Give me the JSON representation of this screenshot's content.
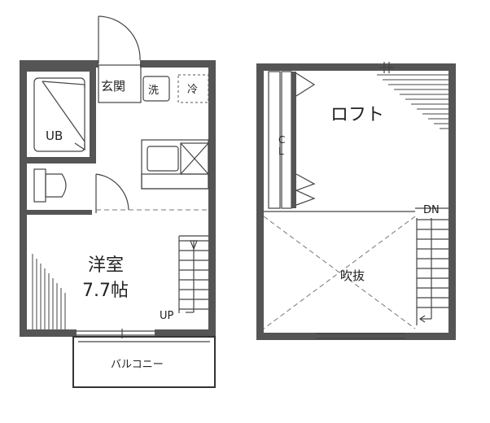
{
  "rooms": {
    "entrance": "玄関",
    "washer": "洗",
    "fridge": "冷",
    "bath": "UB",
    "western_room": "洋室",
    "western_room_size": "7.7帖",
    "up_label": "UP",
    "balcony": "バルコニー",
    "loft": "ロフト",
    "closet": "CL",
    "down_label": "DN",
    "void": "吹抜"
  }
}
